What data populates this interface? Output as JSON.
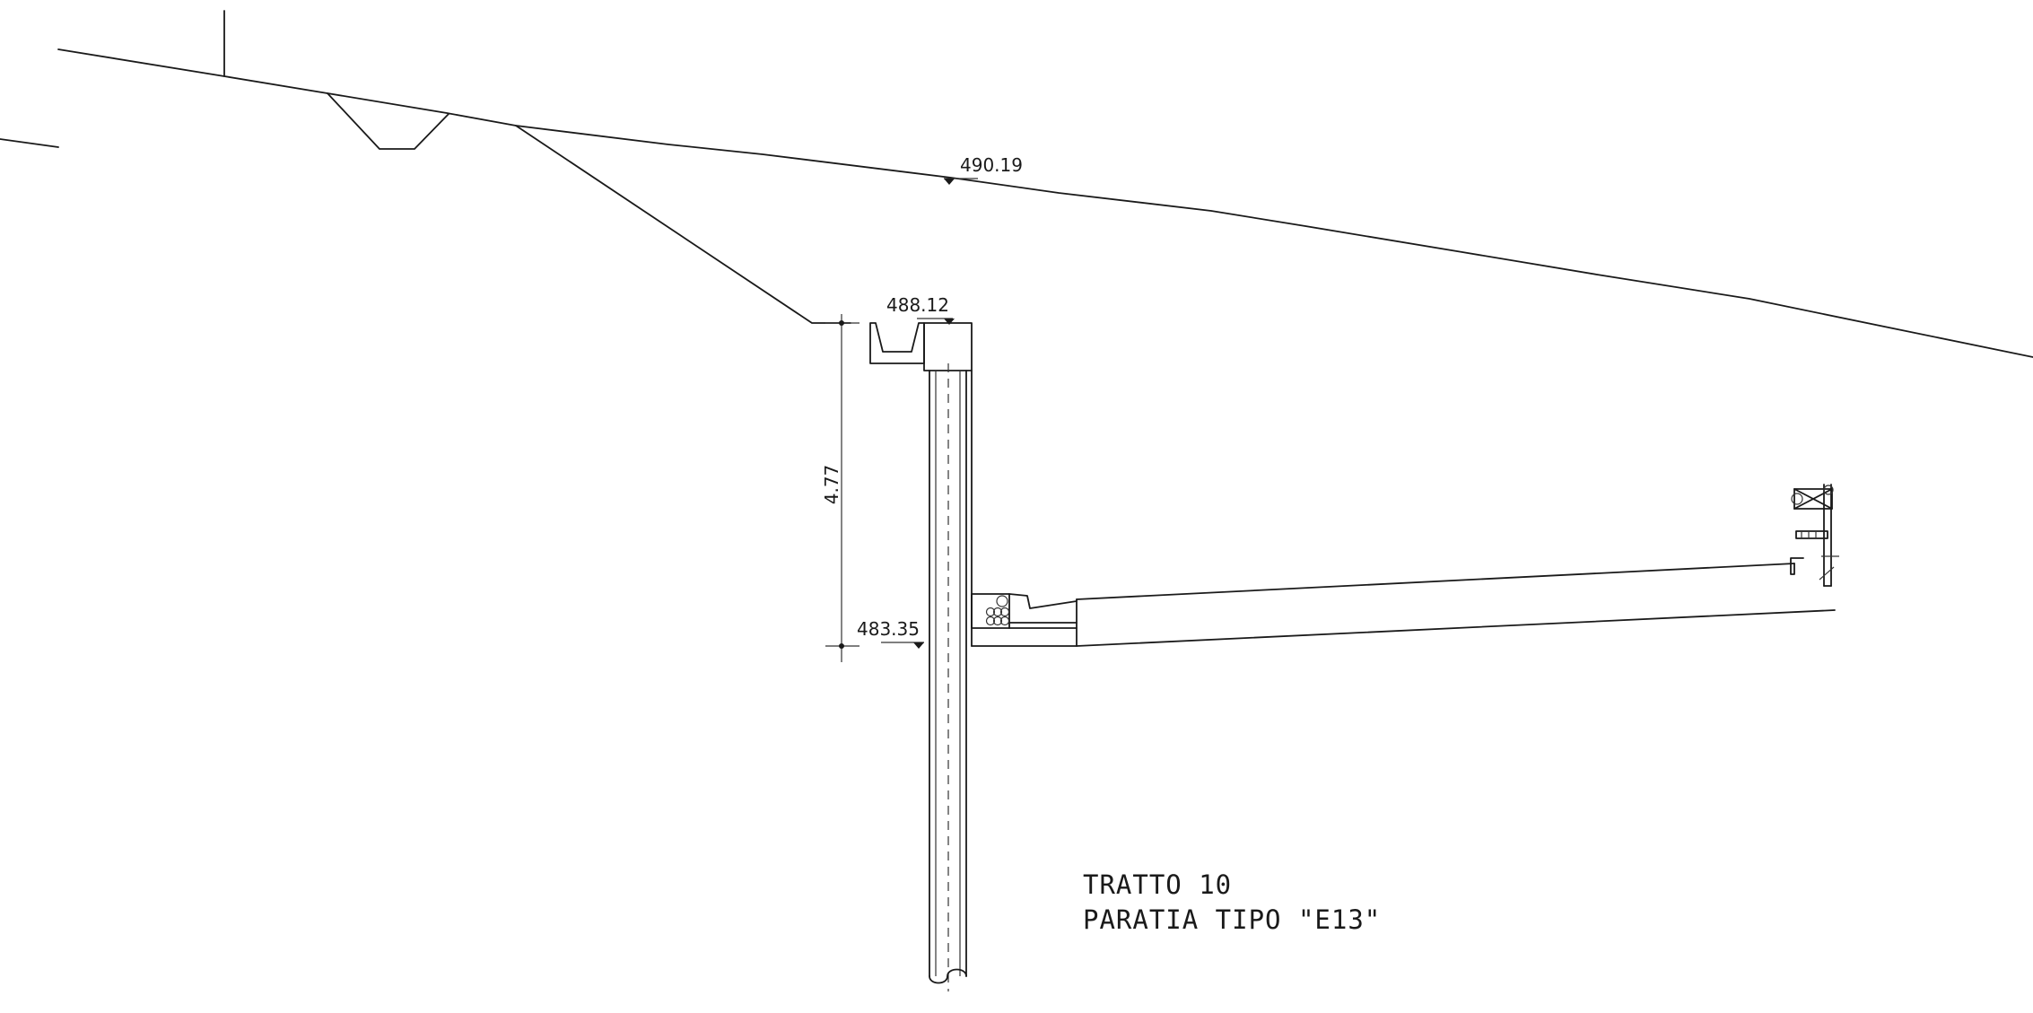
{
  "elevations": {
    "ground_top": "490.19",
    "wall_top": "488.12",
    "excavation_bottom": "483.35"
  },
  "dimensions": {
    "excavation_depth": "4.77"
  },
  "labels": {
    "section": "TRATTO  10",
    "wall_type": "PARATIA  TIPO  \"E13\""
  }
}
